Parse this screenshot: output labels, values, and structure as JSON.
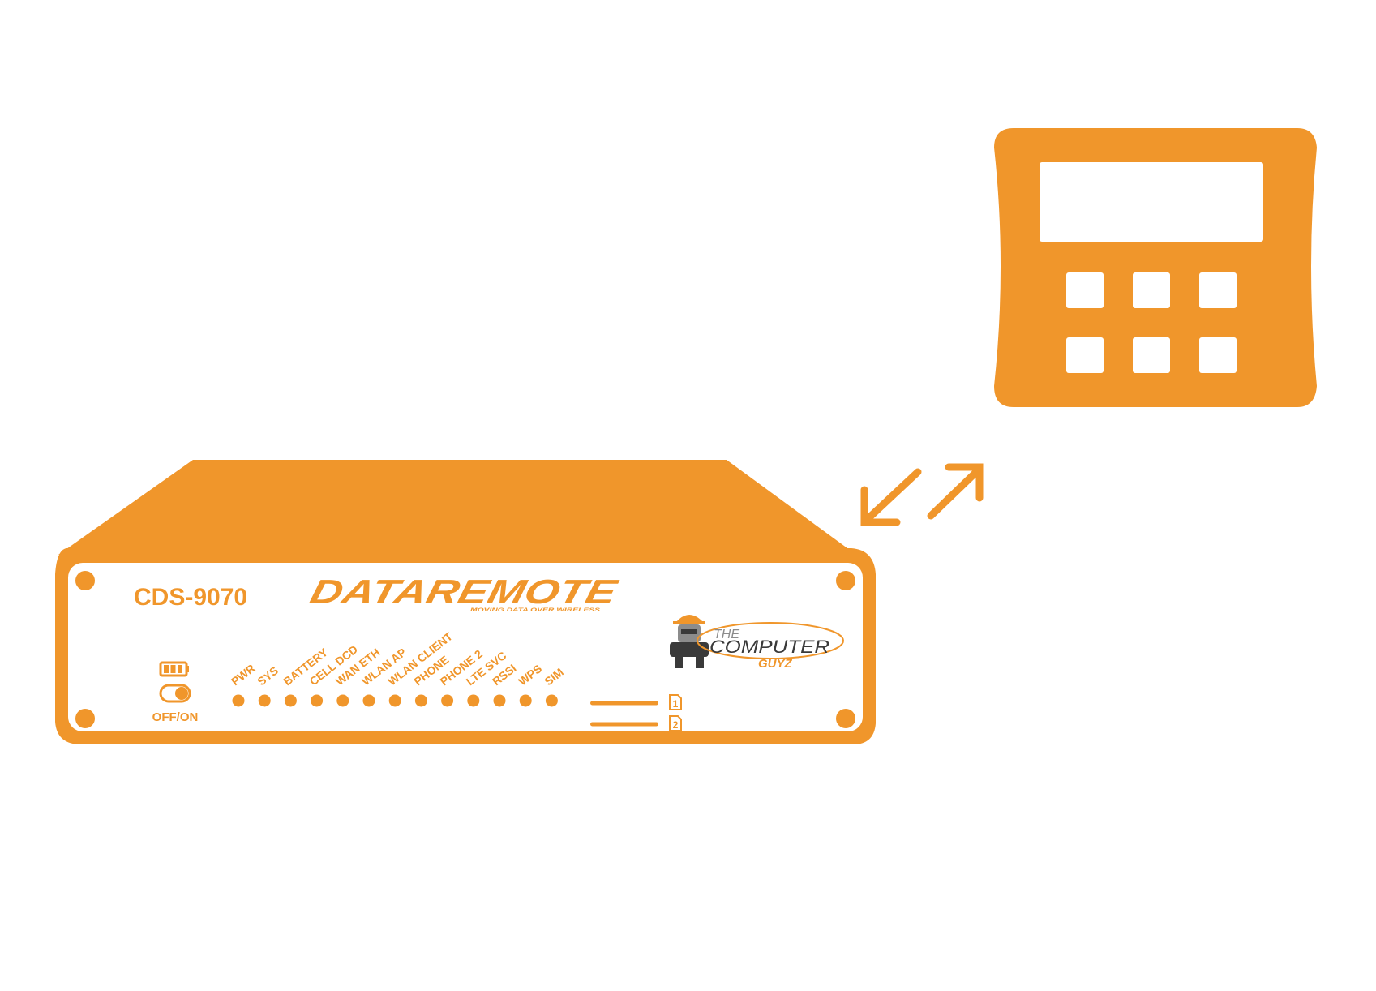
{
  "colors": {
    "accent": "#F0962B",
    "background": "#FFFFFF",
    "logo_gray": "#8C8C8C",
    "logo_dark": "#3A3A3A"
  },
  "device": {
    "model": "CDS-9070",
    "brand": "DATAREMOTE",
    "brand_tagline": "MOVING DATA OVER WIRELESS",
    "partner_logo": {
      "line1": "THE",
      "line2": "COMPUTER",
      "line3": "GUYZ",
      "icon": "mascot-icon"
    },
    "battery_icon": "battery-icon",
    "switch_icon": "toggle-switch-icon",
    "switch_label": "OFF/ON",
    "leds": [
      {
        "label": "PWR"
      },
      {
        "label": "SYS"
      },
      {
        "label": "BATTERY"
      },
      {
        "label": "CELL DCD"
      },
      {
        "label": "WAN ETH"
      },
      {
        "label": "WLAN AP"
      },
      {
        "label": "WLAN CLIENT"
      },
      {
        "label": "PHONE"
      },
      {
        "label": "PHONE 2"
      },
      {
        "label": "LTE SVC"
      },
      {
        "label": "RSSI"
      },
      {
        "label": "WPS"
      },
      {
        "label": "SIM"
      }
    ],
    "sim_slots": [
      {
        "label": "1"
      },
      {
        "label": "2"
      }
    ]
  },
  "connector": {
    "icon": "bidirectional-arrow-icon"
  },
  "keypad": {
    "icon": "alarm-keypad-icon",
    "keys": 6
  }
}
